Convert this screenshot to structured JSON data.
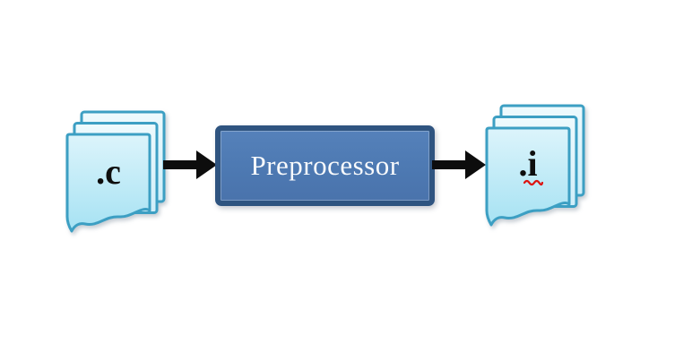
{
  "diagram": {
    "type": "flow",
    "nodes": [
      {
        "id": "source-files",
        "shape": "document-stack",
        "label": ".c"
      },
      {
        "id": "preprocessor",
        "shape": "process-box",
        "label": "Preprocessor"
      },
      {
        "id": "preprocessed-files",
        "shape": "document-stack",
        "label": ".i",
        "spellcheck_underline": true
      }
    ],
    "edges": [
      {
        "from": "source-files",
        "to": "preprocessor",
        "style": "thick-black-arrow"
      },
      {
        "from": "preprocessor",
        "to": "preprocessed-files",
        "style": "thick-black-arrow"
      }
    ],
    "colors": {
      "canvas_bg": "#ffffff",
      "document_border": "#3c9fc3",
      "document_fill_top": "#dcf4fb",
      "document_fill_bottom": "#a6e2f3",
      "back_page_fill_top": "#eefafd",
      "back_page_fill_bottom": "#cfeef9",
      "process_fill_top": "#5581ba",
      "process_fill_bottom": "#4a73ac",
      "process_border": "#2f5480",
      "process_text": "#f8fafc",
      "arrow_color": "#0d0d0d",
      "squiggle_color": "#dd1410"
    }
  }
}
